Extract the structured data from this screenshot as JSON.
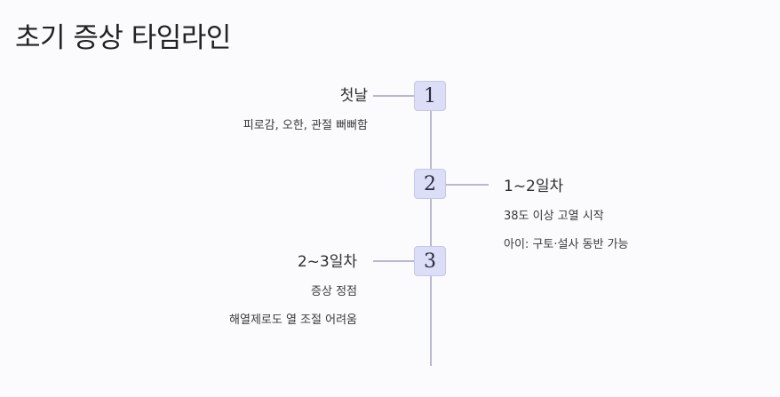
{
  "title": "초기 증상 타임라인",
  "events": [
    {
      "number": "1",
      "title": "첫날",
      "descriptions": [
        "피로감, 오한, 관절 뻐뻐함"
      ]
    },
    {
      "number": "2",
      "title": "1~2일차",
      "descriptions": [
        "38도 이상 고열 시작",
        "아이: 구토·설사 동반 가능"
      ]
    },
    {
      "number": "3",
      "title": "2~3일차",
      "descriptions": [
        "증상 정점",
        "해열제로도 열 조절 어려움"
      ]
    }
  ],
  "colors": {
    "background": "#fbfbfe",
    "box_fill": "#dcdef8",
    "box_border": "#c5c7e6",
    "line": "#b8b9d0"
  }
}
